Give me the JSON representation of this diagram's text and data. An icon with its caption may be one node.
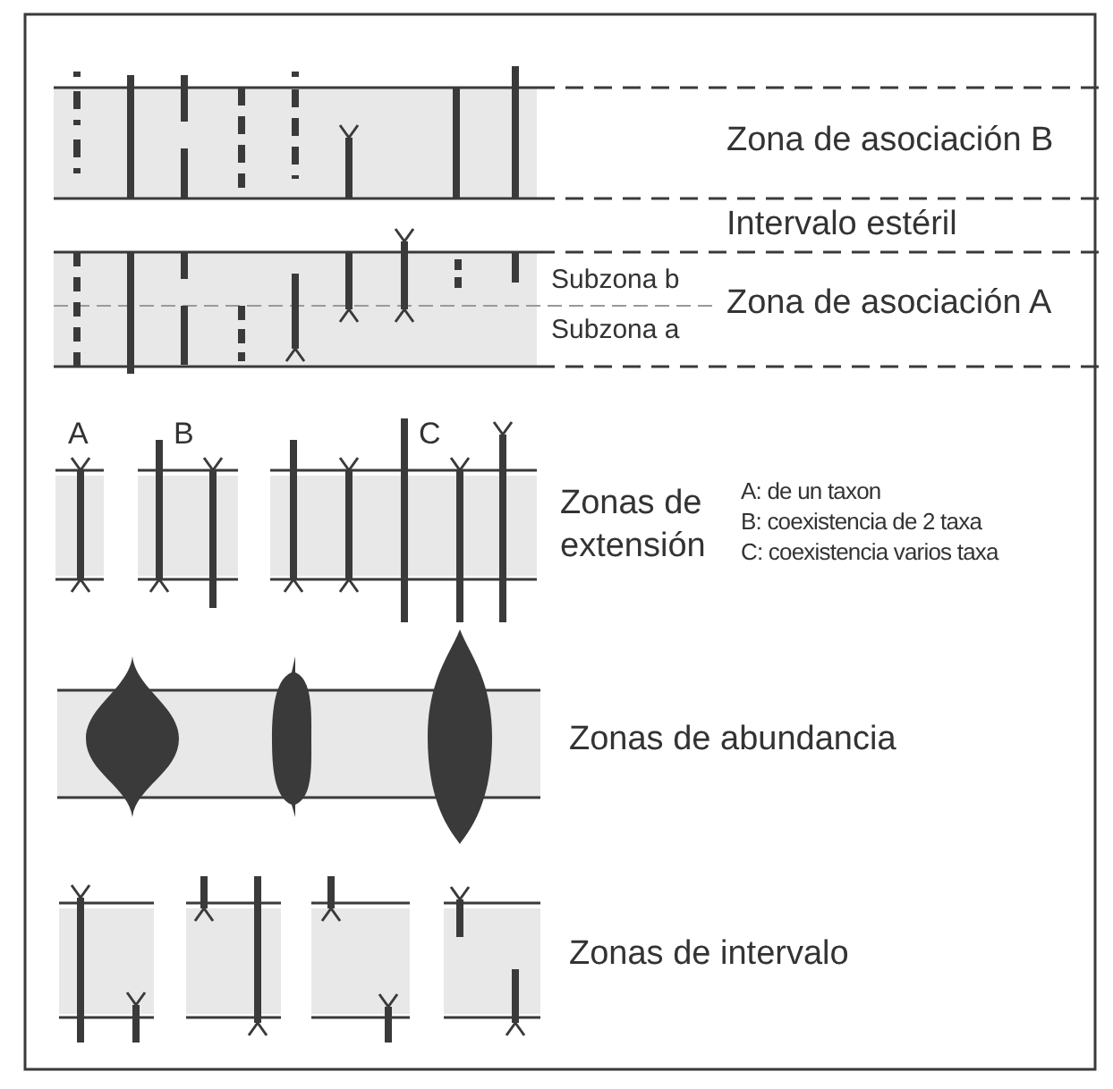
{
  "diagram": {
    "labels": [
      "Zona de asociación B",
      "Intervalo estéril",
      "Subzona b",
      "Zona de asociación A",
      "Subzona a",
      "A",
      "B",
      "C",
      "Zonas de extensión",
      "A: de un taxon",
      "B: coexistencia de 2 taxa",
      "C: coexistencia varios taxa",
      "Zonas de abundancia",
      "Zonas de intervalo"
    ]
  }
}
